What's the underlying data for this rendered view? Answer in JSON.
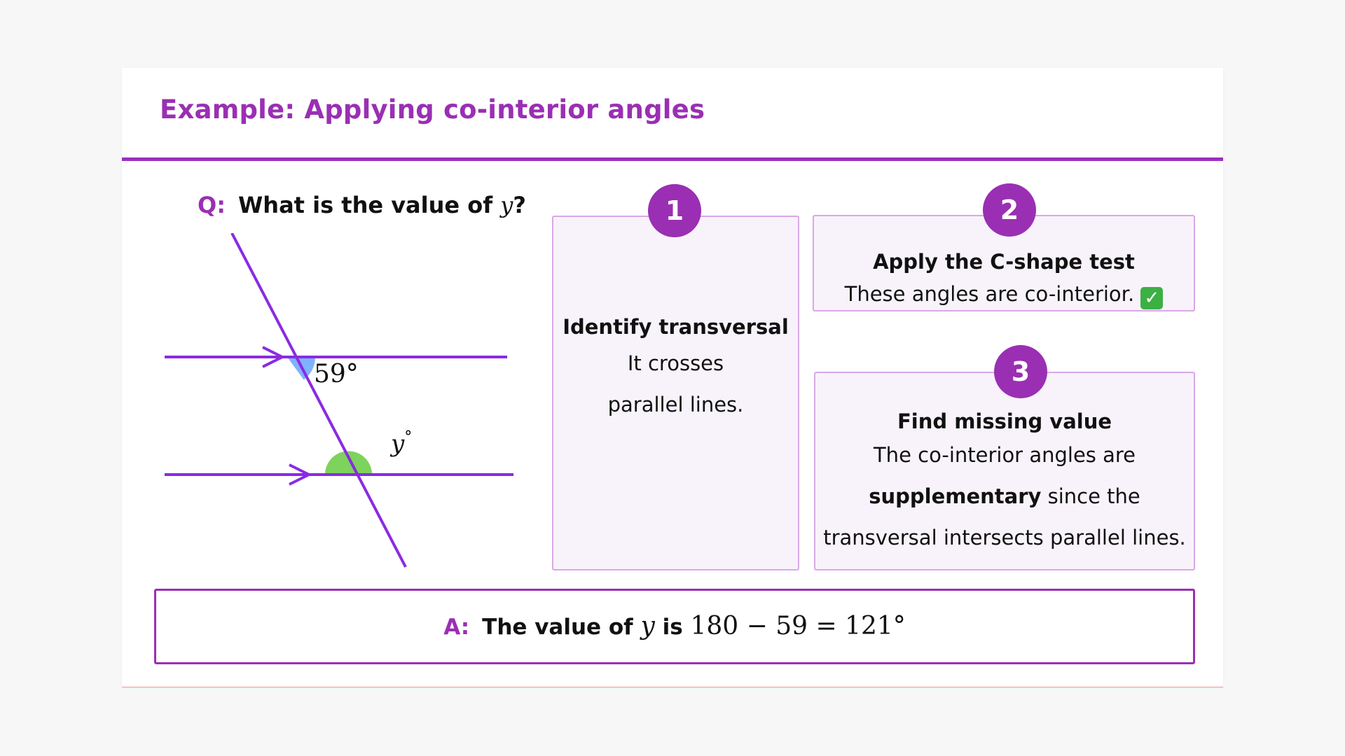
{
  "title": "Example: Applying co-interior angles",
  "question": {
    "label": "Q:",
    "text_before": "What is the value of",
    "variable": "y",
    "text_after": "?"
  },
  "diagram": {
    "angle_given": "59°",
    "angle_unknown_var": "y",
    "angle_unknown_deg": "°",
    "colors": {
      "lines": "#8a2be2",
      "angle_given_fill": "#7fb2ff",
      "angle_unknown_fill": "#7dd35b"
    }
  },
  "steps": [
    {
      "number": "1",
      "title": "Identify transversal",
      "line1": "It crosses",
      "line2": "parallel lines."
    },
    {
      "number": "2",
      "title": "Apply the C-shape test",
      "text": "These angles are co-interior.",
      "icon": "check-mark-icon"
    },
    {
      "number": "3",
      "title": "Find missing value",
      "line1": "The co-interior angles are",
      "line2_bold": "supplementary",
      "line2_rest": " since the",
      "line3": "transversal intersects parallel lines."
    }
  ],
  "answer": {
    "label": "A:",
    "text_before": "The value of",
    "variable": "y",
    "text_mid": "is",
    "expression": "180 − 59 = 121°"
  },
  "colors": {
    "accent": "#9a2fb3",
    "box_border": "#d9a8e6",
    "box_fill": "#f8f3fb"
  }
}
